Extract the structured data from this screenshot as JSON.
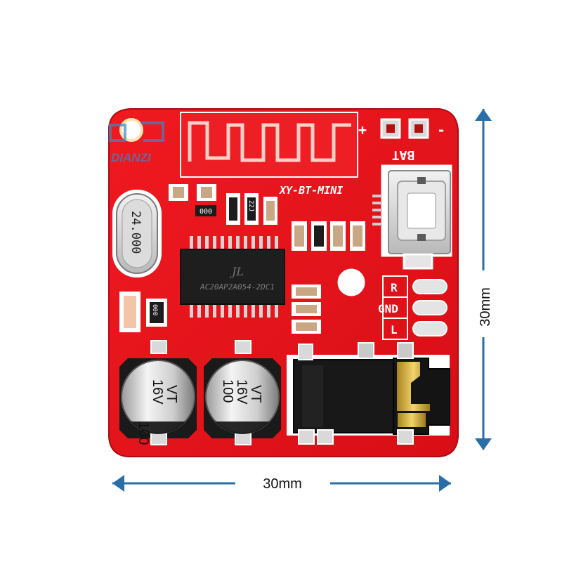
{
  "watermark": {
    "brand_text": "DIANZI"
  },
  "board": {
    "model_label": "XY-BT-MINI",
    "battery_label": "BAT",
    "battery_plus": "+",
    "battery_minus": "-",
    "crystal_label": "24.000",
    "chip_label": "AC20AP2A054-2DC1",
    "chip_logo": "JL",
    "pin_labels": [
      "R",
      "GND",
      "L"
    ],
    "capacitor": {
      "value": "100",
      "voltage": "16V",
      "series": "VT"
    },
    "resistor_codes": [
      "000",
      "000",
      "22J"
    ]
  },
  "dimensions": {
    "width_label": "30mm",
    "height_label": "30mm"
  },
  "colors": {
    "pcb": "#e8121a",
    "dimension_lines": "#2a6ea8",
    "silk": "#ffffff"
  }
}
